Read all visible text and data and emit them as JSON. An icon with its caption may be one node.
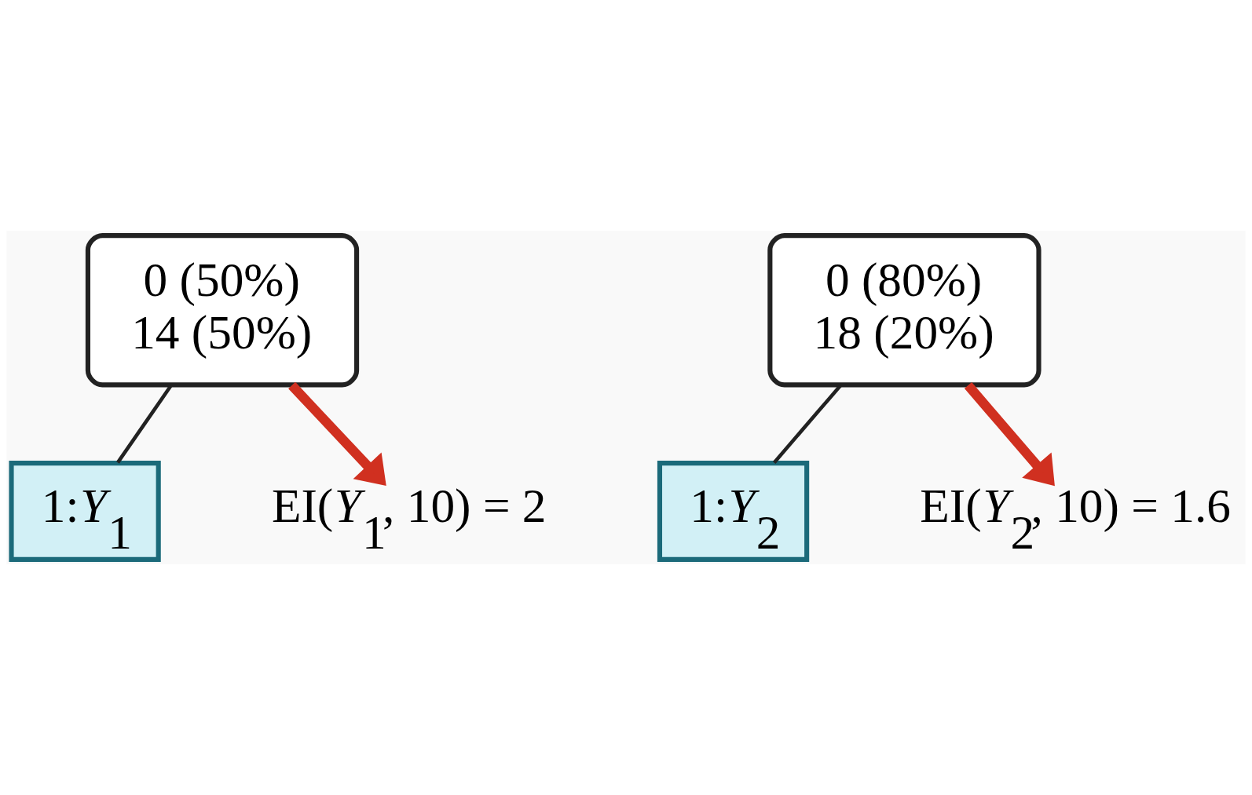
{
  "diagram": {
    "nodes": [
      {
        "text": [
          "1:*Y*$_{1}$"
        ]
      },
      {
        "text": [
          "0 (50%)",
          "14 (50%)"
        ]
      },
      {
        "text": [
          "EI(*Y*$_{1}$, 10) = 2"
        ]
      },
      {
        "text": [
          "1:*Y*$_{2}$"
        ]
      },
      {
        "text": [
          "0 (80%)",
          "18 (20%)"
        ]
      },
      {
        "text": [
          "EI(*Y*$_{2}$, 10) = 1.6"
        ]
      }
    ],
    "edges": [
      {
        "from": 1,
        "to": 0,
        "arrow": "none"
      },
      {
        "from": 1,
        "to": 2,
        "arrow": "to",
        "style": "thick",
        "color": "#d03020"
      },
      {
        "from": 4,
        "to": 3,
        "arrow": "none"
      },
      {
        "from": 4,
        "to": 5,
        "arrow": "to",
        "style": "thick",
        "color": "#d03020"
      }
    ]
  }
}
